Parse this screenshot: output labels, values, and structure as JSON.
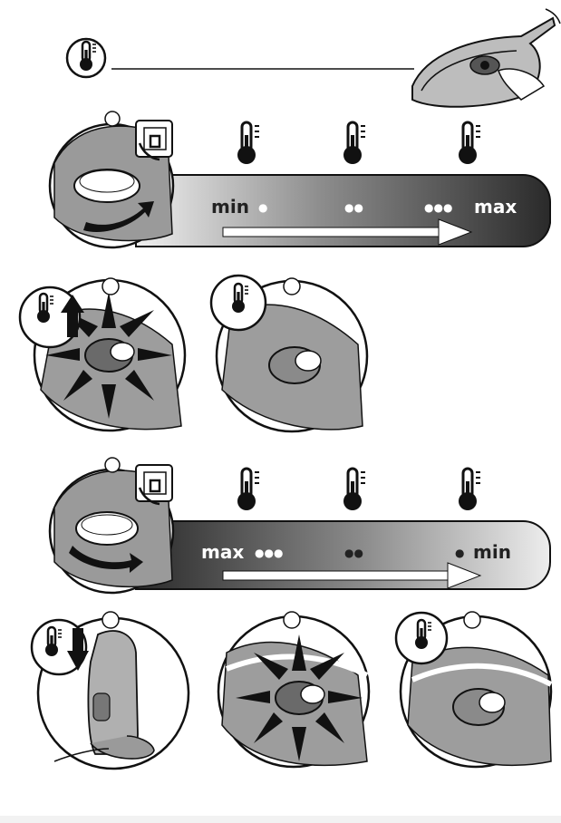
{
  "colors": {
    "outline": "#111111",
    "dark_gray": "#333333",
    "mid_gray": "#8a8a8a",
    "light_gray": "#cfcfcf",
    "bar_dark": "#2b2b2b",
    "bar_light": "#e6e6e6",
    "white": "#ffffff"
  },
  "icons": {
    "thermometer": "thermometer-icon",
    "arrow_up": "arrow-up-icon",
    "arrow_down": "arrow-down-icon",
    "plug": "plug-icon",
    "rotate_arrow": "rotate-arrow-icon",
    "iron": "iron-icon",
    "light_burst": "light-burst-icon"
  },
  "scale1": {
    "left_label": "min",
    "mid_dots": "●●",
    "right_dots": "●●●",
    "right_label": "max",
    "left_dot": "●"
  },
  "scale2": {
    "left_label": "max",
    "left_dots": "●●●",
    "mid_dots": "●●",
    "right_dot": "●",
    "right_label": "min"
  }
}
